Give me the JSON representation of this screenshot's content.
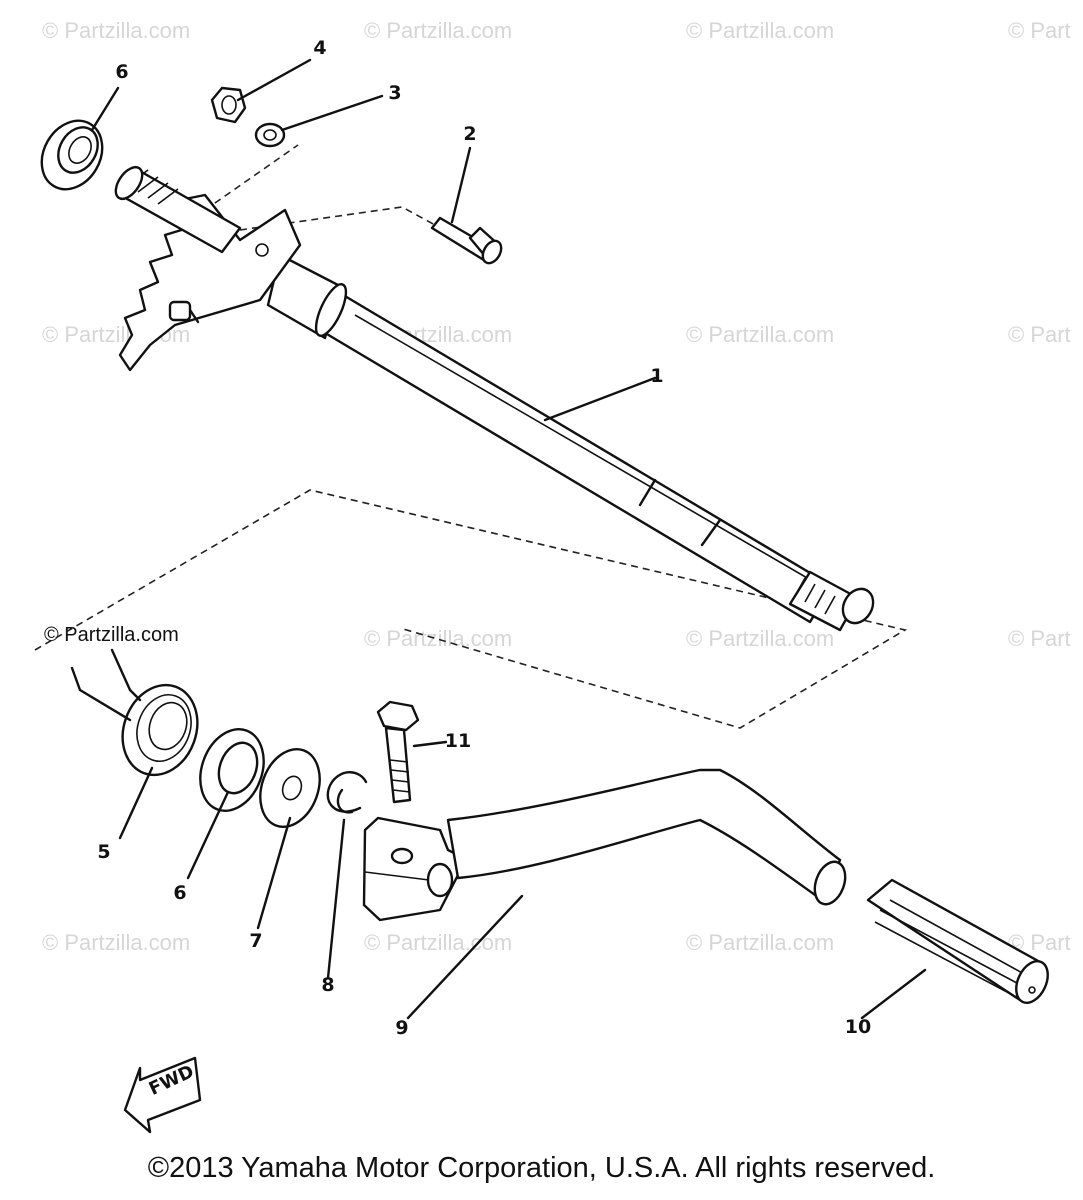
{
  "watermarks": {
    "text": "© Partzilla.com",
    "clipped": "© Part",
    "prominent": "© Partzilla.com"
  },
  "callouts": [
    {
      "id": "1",
      "label": "1"
    },
    {
      "id": "2",
      "label": "2"
    },
    {
      "id": "3",
      "label": "3"
    },
    {
      "id": "4",
      "label": "4"
    },
    {
      "id": "5",
      "label": "5"
    },
    {
      "id": "6a",
      "label": "6"
    },
    {
      "id": "6b",
      "label": "6"
    },
    {
      "id": "7",
      "label": "7"
    },
    {
      "id": "8",
      "label": "8"
    },
    {
      "id": "9",
      "label": "9"
    },
    {
      "id": "10",
      "label": "10"
    },
    {
      "id": "11",
      "label": "11"
    }
  ],
  "fwd_label": "FWD",
  "copyright": "©2013 Yamaha Motor Corporation, U.S.A. All rights reserved."
}
